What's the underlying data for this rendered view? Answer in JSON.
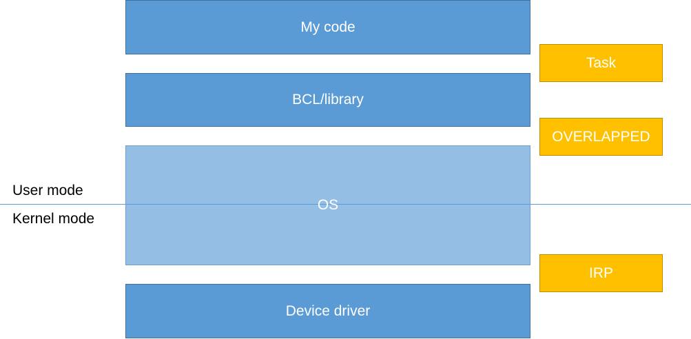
{
  "layers": {
    "my_code": "My code",
    "bcl_library": "BCL/library",
    "os": "OS",
    "device_driver": "Device driver"
  },
  "tags": {
    "task": "Task",
    "overlapped": "OVERLAPPED",
    "irp": "IRP"
  },
  "modes": {
    "user": "User mode",
    "kernel": "Kernel mode"
  },
  "colors": {
    "layer_blue": "#5b9bd5",
    "tag_gold": "#ffc000"
  }
}
